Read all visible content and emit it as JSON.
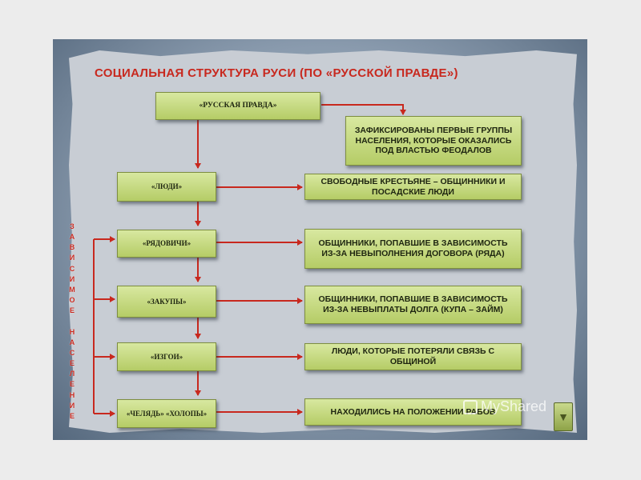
{
  "title": "СОЦИАЛЬНАЯ СТРУКТУРА РУСИ  (ПО «РУССКОЙ ПРАВДЕ»)",
  "root": "«РУССКАЯ ПРАВДА»",
  "root_desc": "ЗАФИКСИРОВАНЫ ПЕРВЫЕ ГРУППЫ НАСЕЛЕНИЯ, КОТОРЫЕ ОКАЗАЛИСЬ ПОД ВЛАСТЬЮ ФЕОДАЛОВ",
  "groups": [
    {
      "label": "«ЛЮДИ»",
      "desc": "СВОБОДНЫЕ КРЕСТЬЯНЕ – ОБЩИННИКИ И ПОСАДСКИЕ ЛЮДИ"
    },
    {
      "label": "«РЯДОВИЧИ»",
      "desc": "ОБЩИННИКИ, ПОПАВШИЕ В ЗАВИСИМОСТЬ ИЗ-ЗА НЕВЫПОЛНЕНИЯ ДОГОВОРА (РЯДА)"
    },
    {
      "label": "«ЗАКУПЫ»",
      "desc": "ОБЩИННИКИ, ПОПАВШИЕ В ЗАВИСИМОСТЬ ИЗ-ЗА НЕВЫПЛАТЫ ДОЛГА (КУПА – ЗАЙМ)"
    },
    {
      "label": "«ИЗГОИ»",
      "desc": "ЛЮДИ, КОТОРЫЕ ПОТЕРЯЛИ СВЯЗЬ С ОБЩИНОЙ"
    },
    {
      "label": "«ЧЕЛЯДЬ» «ХОЛОПЫ»",
      "desc": "НАХОДИЛИСЬ НА ПОЛОЖЕНИИ РАБОВ"
    }
  ],
  "side_label": "ЗАВИСИМОЕ НАСЕЛЕНИЕ",
  "watermark": "MyShared",
  "colors": {
    "title": "#c8281e",
    "box": "#c6da7e",
    "connector": "#c8281e"
  },
  "icons": {
    "nav_button": "triangle-down-icon"
  }
}
